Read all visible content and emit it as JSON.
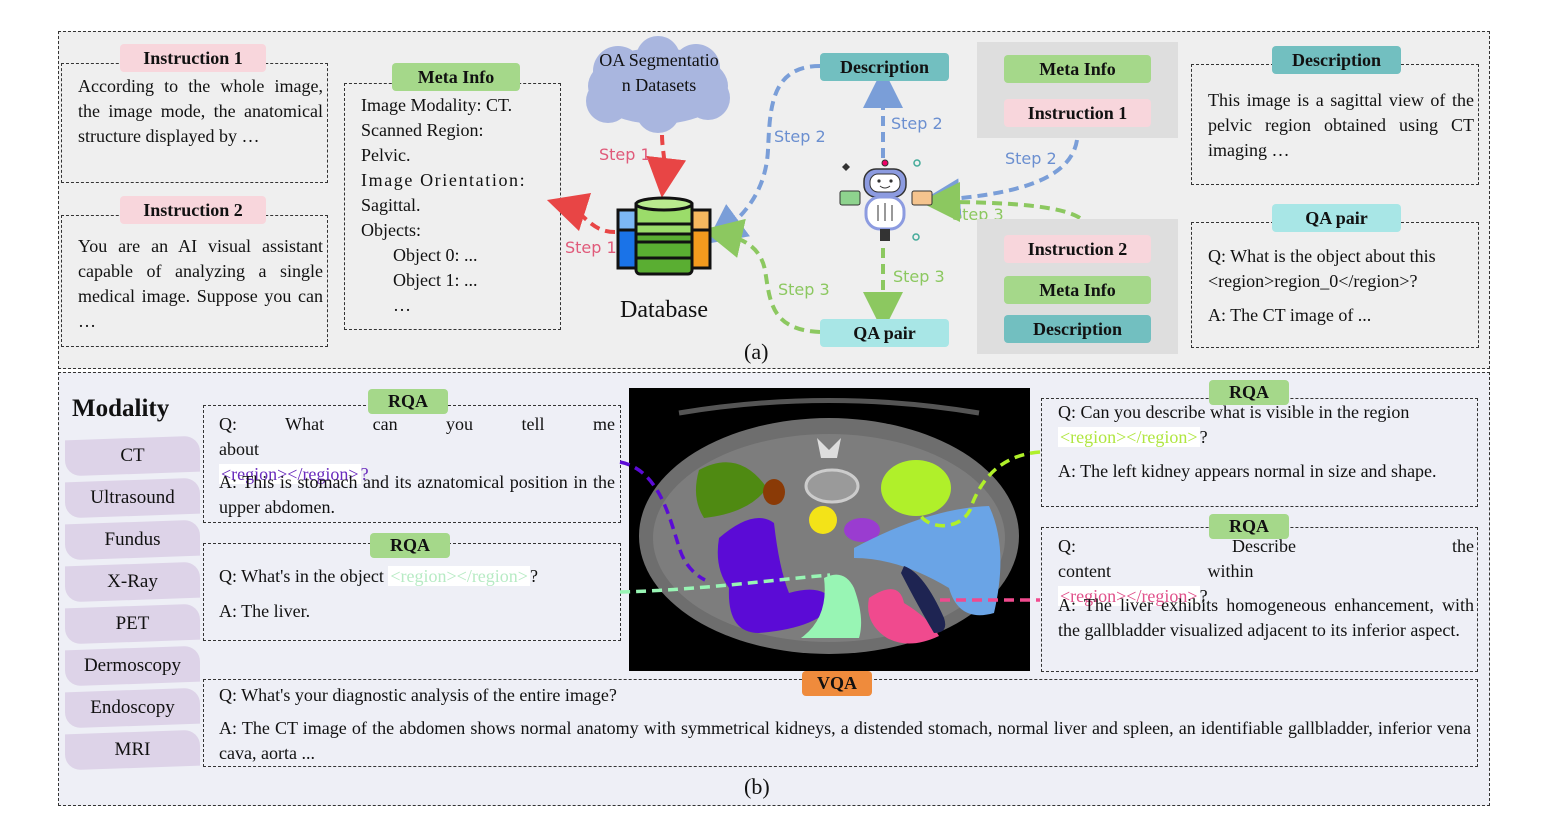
{
  "panel_a": {
    "caption": "(a)",
    "instruction1": {
      "label": "Instruction 1",
      "text": "According to the whole image, the image mode, the anatomical structure displayed by …"
    },
    "instruction2": {
      "label": "Instruction 2",
      "text": "You are an AI visual assistant capable of analyzing a single medical image. Suppose you can …"
    },
    "meta_info": {
      "label": "Meta Info",
      "lines": [
        "Image Modality: CT.",
        "Scanned Region:",
        "Pelvic.",
        "Image Orientation:",
        "Sagittal.",
        "Objects:"
      ],
      "objects": [
        "Object 0: ...",
        "Object 1: ...",
        "…"
      ]
    },
    "cloud": {
      "label": "OA Segmentation Datasets"
    },
    "database": {
      "label": "Database"
    },
    "description_node": {
      "label": "Description"
    },
    "qa_pair_node": {
      "label": "QA pair"
    },
    "steps": {
      "step1_down": "Step 1",
      "step1_left": "Step 1",
      "step2_db": "Step 2",
      "step2_up": "Step 2",
      "step2_right": "Step 2",
      "step3_db": "Step 3",
      "step3_down": "Step 3",
      "step3_right": "Step 3"
    },
    "group1": {
      "items": [
        "Meta Info",
        "Instruction 1"
      ]
    },
    "group2": {
      "items": [
        "Instruction 2",
        "Meta Info",
        "Description"
      ]
    },
    "description_box": {
      "label": "Description",
      "text": "This image is a sagittal view of the pelvic region obtained using CT imaging …"
    },
    "qa_box": {
      "label": "QA pair",
      "q": "Q: What is the object about this <region>region_0</region>?",
      "a": "A: The CT image of ..."
    }
  },
  "panel_b": {
    "caption": "(b)",
    "modality_title": "Modality",
    "modalities": [
      "CT",
      "Ultrasound",
      "Fundus",
      "X-Ray",
      "PET",
      "Dermoscopy",
      "Endoscopy",
      "MRI"
    ],
    "rqa1": {
      "label": "RQA",
      "q_prefix": "Q: What can you tell me about",
      "region": "<region></region>",
      "q_suffix": "?",
      "a": "A: This is stomach and its aznatomical position in the upper abdomen."
    },
    "rqa2": {
      "label": "RQA",
      "q_prefix": "Q: What's in the object ",
      "region": "<region></region>",
      "q_suffix": "?",
      "a": "A: The liver."
    },
    "rqa3": {
      "label": "RQA",
      "q_prefix": "Q: Can you describe what is visible in the region",
      "region": "<region></region>",
      "q_suffix": "?",
      "a": "A: The left kidney appears normal in size and shape."
    },
    "rqa4": {
      "label": "RQA",
      "q_prefix": "Q: Describe the content within",
      "region": "<region></region>",
      "q_suffix": "?",
      "a": "A: The liver exhibits homogeneous enhancement, with the gallbladder visualized adjacent to its inferior aspect."
    },
    "vqa": {
      "label": "VQA",
      "q": "Q: What's your diagnostic analysis of the entire image?",
      "a": "A: The CT image of the abdomen shows normal anatomy with symmetrical kidneys, a distended stomach, normal liver and spleen, an identifiable gallbladder, inferior vena cava, aorta ..."
    },
    "colors": {
      "stomach": "#5b0bd6",
      "liver": "#98f5b4",
      "kidney": "#b0f02a",
      "gallbladder": "#f04a8e",
      "spleen_like": "#6aa4e6"
    }
  }
}
